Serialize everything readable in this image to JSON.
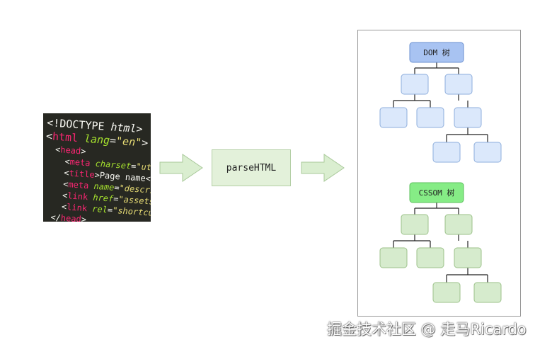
{
  "code_snippet": {
    "lines": [
      {
        "parts": [
          {
            "t": "<!",
            "c": "br"
          },
          {
            "t": "DOCTYPE ",
            "c": "doctype"
          },
          {
            "t": "html",
            "c": "doctype-kw"
          },
          {
            "t": ">",
            "c": "br"
          }
        ],
        "big": true
      },
      {
        "parts": [
          {
            "t": "<",
            "c": "br"
          },
          {
            "t": "html",
            "c": "tag"
          },
          {
            "t": " lang",
            "c": "attr"
          },
          {
            "t": "=",
            "c": "br"
          },
          {
            "t": "\"en\"",
            "c": "val"
          },
          {
            "t": ">",
            "c": "br"
          }
        ],
        "big": true
      },
      {
        "parts": [
          {
            "t": "  <",
            "c": "br"
          },
          {
            "t": "head",
            "c": "tag"
          },
          {
            "t": ">",
            "c": "br"
          }
        ],
        "big": false
      },
      {
        "parts": [
          {
            "t": "    <",
            "c": "br"
          },
          {
            "t": "meta",
            "c": "tag"
          },
          {
            "t": " charset",
            "c": "attr"
          },
          {
            "t": "=",
            "c": "br"
          },
          {
            "t": "\"utf",
            "c": "val"
          }
        ],
        "big": false
      },
      {
        "parts": [
          {
            "t": "    <",
            "c": "br"
          },
          {
            "t": "title",
            "c": "tag"
          },
          {
            "t": ">",
            "c": "br"
          },
          {
            "t": "Page name</",
            "c": "txt"
          }
        ],
        "big": false
      },
      {
        "parts": [
          {
            "t": "    <",
            "c": "br"
          },
          {
            "t": "meta",
            "c": "tag"
          },
          {
            "t": " name",
            "c": "attr"
          },
          {
            "t": "=",
            "c": "br"
          },
          {
            "t": "\"descri",
            "c": "val"
          }
        ],
        "big": false
      },
      {
        "parts": [
          {
            "t": "    <",
            "c": "br"
          },
          {
            "t": "link",
            "c": "tag"
          },
          {
            "t": " href",
            "c": "attr"
          },
          {
            "t": "=",
            "c": "br"
          },
          {
            "t": "\"assets/",
            "c": "val"
          }
        ],
        "big": false
      },
      {
        "parts": [
          {
            "t": "    <",
            "c": "br"
          },
          {
            "t": "link",
            "c": "tag"
          },
          {
            "t": " rel",
            "c": "attr"
          },
          {
            "t": "=",
            "c": "br"
          },
          {
            "t": "\"shortcut",
            "c": "val"
          }
        ],
        "big": false
      },
      {
        "parts": [
          {
            "t": "  </",
            "c": "br"
          },
          {
            "t": "head",
            "c": "tag"
          },
          {
            "t": ">",
            "c": "br"
          }
        ],
        "big": false
      }
    ]
  },
  "process": {
    "label": "parseHTML"
  },
  "dom_tree": {
    "root_label": "DOM 树",
    "node_fill": "#dbe8fb",
    "node_stroke": "#8eaedc",
    "root_fill": "#a8c3f2",
    "root_stroke": "#6a8fd0"
  },
  "cssom_tree": {
    "root_label": "CSSOM 树",
    "node_fill": "#d6ebcd",
    "node_stroke": "#9cc28a",
    "root_fill": "#86ec86",
    "root_stroke": "#5cbf5c"
  },
  "arrow_fill": "#daeed0",
  "arrow_stroke": "#a9c99a",
  "watermark": "掘金技术社区 @ 走马Ricardo"
}
